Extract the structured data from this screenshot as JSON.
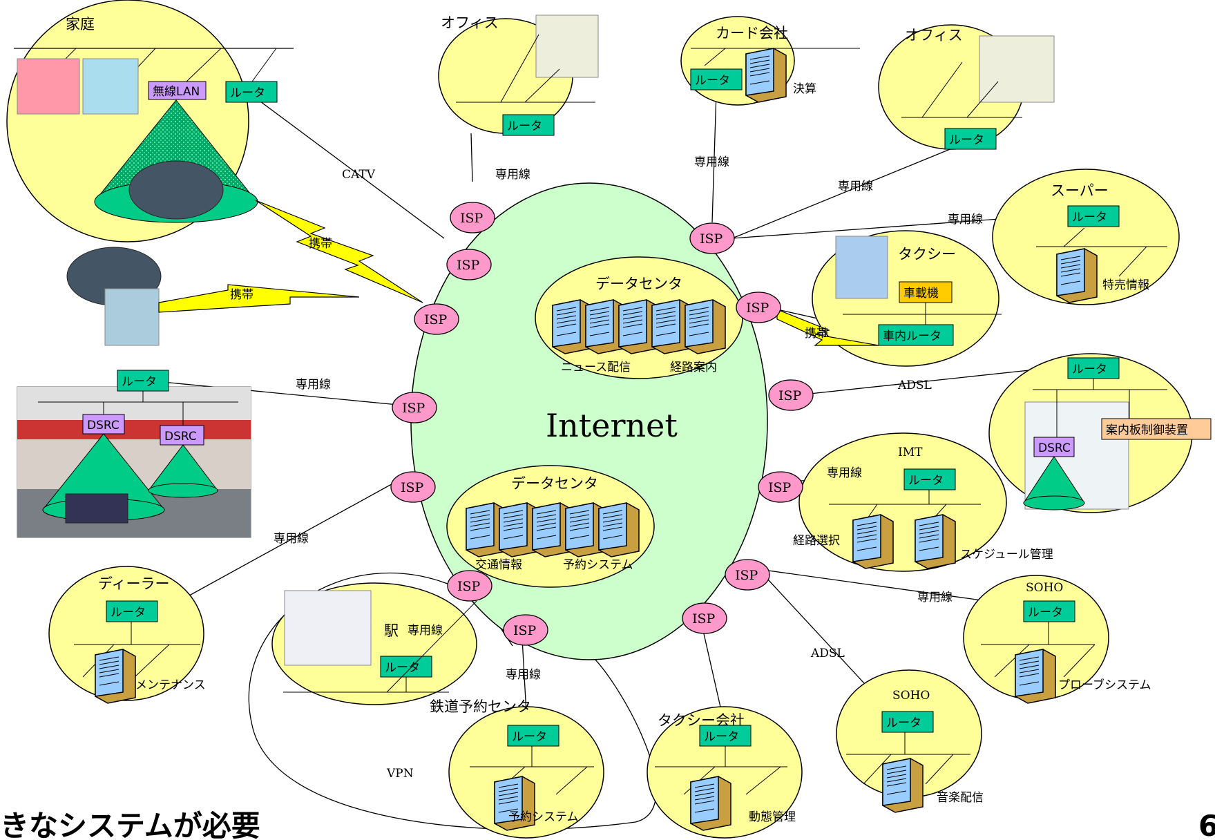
{
  "internet": "Internet",
  "isp": "ISP",
  "datacenter": "データセンタ",
  "dc_top": {
    "s1": "ニュース配信",
    "s2": "経路案内"
  },
  "dc_bottom": {
    "s1": "交通情報",
    "s2": "予約システム"
  },
  "router": "ルータ",
  "home": {
    "title": "家庭",
    "wlan": "無線LAN"
  },
  "office": "オフィス",
  "card": {
    "title": "カード会社",
    "svc": "決算"
  },
  "super": {
    "title": "スーパー",
    "svc": "特売情報"
  },
  "taxi": {
    "title": "タクシー",
    "device": "車載機",
    "router": "車内ルータ"
  },
  "parking": {
    "dsrc": "DSRC",
    "board": "案内板制御装置"
  },
  "imt": {
    "title": "IMT",
    "s1": "経路選択",
    "s2": "スケジュール管理"
  },
  "soho": "SOHO",
  "soho1": {
    "svc": "プローブシステム"
  },
  "soho2": {
    "svc": "音楽配信"
  },
  "taxico": {
    "title": "タクシー会社",
    "svc": "動態管理"
  },
  "railres": {
    "title": "鉄道予約センタ",
    "svc": "予約システム"
  },
  "station": {
    "title": "駅",
    "line": "専用線"
  },
  "dealer": {
    "title": "ディーラー",
    "svc": "メンテナンス"
  },
  "gas": {
    "dsrc": "DSRC"
  },
  "links": {
    "catv": "CATV",
    "mobile": "携帯",
    "leased": "専用線",
    "adsl": "ADSL",
    "vpn": "VPN"
  },
  "footer": {
    "left": "きなシステムが必要",
    "right": "6"
  },
  "colors": {
    "yellow": "#ffff99",
    "green": "#ccffcc",
    "router": "#00cc99",
    "isp": "#ff99cc",
    "purple": "#cc99ff",
    "orange": "#ffcc00",
    "peach": "#ffcc99",
    "bolt": "#ffff00"
  }
}
